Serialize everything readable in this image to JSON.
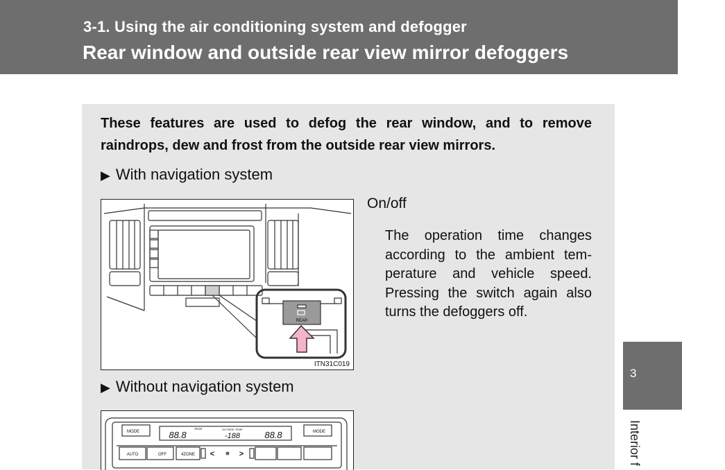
{
  "header": {
    "section": "3-1. Using the air conditioning system and defogger",
    "title": "Rear window and outside rear view mirror defoggers"
  },
  "intro": {
    "line1": "These features are used to defog the rear window, and to remove",
    "line2": "raindrops, dew and frost from the outside rear view mirrors."
  },
  "with_nav": {
    "heading": "With navigation system",
    "figure_code": "ITN31C019",
    "switch_label": "REAR"
  },
  "onoff": {
    "label": "On/off",
    "description": "The operation time changes according to the ambient tem-perature and vehicle speed. Pressing the switch again also turns the defoggers off."
  },
  "without_nav": {
    "heading": "Without navigation system",
    "panel": {
      "mode_left": "MODE",
      "mode_right": "MODE",
      "display_left": "88.8",
      "display_mid": "-188",
      "display_right": "88.8",
      "outside_temp": "OUTSIDE TEMP",
      "rear": "REAR",
      "auto": "AUTO",
      "off": "OFF",
      "zone": "4ZONE",
      "left_arrow": "<",
      "right_arrow": ">"
    }
  },
  "side_tab": {
    "number": "3",
    "label": "Interior f"
  }
}
